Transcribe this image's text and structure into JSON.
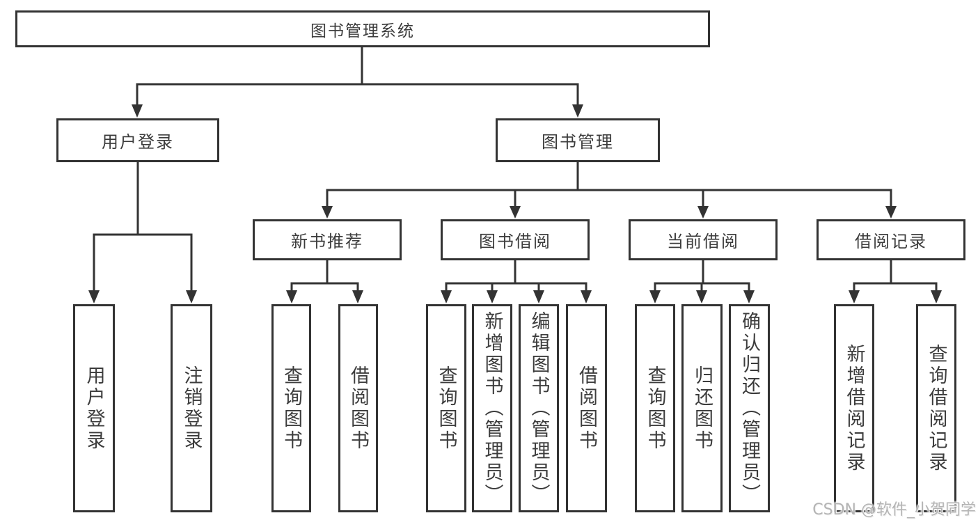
{
  "diagram": {
    "title": "图书管理系统",
    "branches": [
      {
        "label": "用户登录",
        "children": [
          "用户登录",
          "注销登录"
        ]
      },
      {
        "label": "图书管理",
        "sections": [
          {
            "label": "新书推荐",
            "children": [
              "查询图书",
              "借阅图书"
            ]
          },
          {
            "label": "图书借阅",
            "children": [
              "查询图书",
              "新增图书（管理员）",
              "编辑图书（管理员）",
              "借阅图书"
            ]
          },
          {
            "label": "当前借阅",
            "children": [
              "查询图书",
              "归还图书",
              "确认归还（管理员）"
            ]
          },
          {
            "label": "借阅记录",
            "children": [
              "新增借阅记录",
              "查询借阅记录"
            ]
          }
        ]
      }
    ]
  },
  "watermark": {
    "text": "CSDN @软件_小贺同学"
  },
  "colors": {
    "line": "#333333",
    "border": "#333333",
    "text": "#3c3c3c",
    "background": "#ffffff",
    "watermark": "#b4b4b4"
  }
}
